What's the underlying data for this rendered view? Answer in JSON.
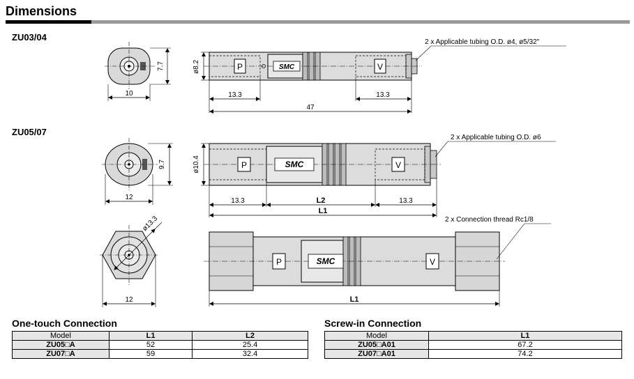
{
  "page": {
    "title": "Dimensions"
  },
  "section_zu0304": {
    "model": "ZU03/04",
    "callout": "2 x Applicable tubing O.D. ø4, ø5/32\"",
    "dims": {
      "diameter": "ø8.2",
      "height": "7.7",
      "width": "10",
      "left": "13.3",
      "right": "13.3",
      "total": "47"
    },
    "port_p": "P",
    "port_v": "V",
    "logo": "SMC"
  },
  "section_zu0507": {
    "model": "ZU05/07",
    "callout_tubing": "2 x Applicable tubing O.D. ø6",
    "callout_thread": "2 x Connection thread Rc1/8",
    "dims": {
      "diameter": "ø10.4",
      "height": "9.7",
      "width": "12",
      "left": "13.3",
      "l2": "L2",
      "right": "13.3",
      "l1": "L1",
      "hex_diameter": "ø13.3",
      "hex_width": "12",
      "screw_l1": "L1"
    },
    "port_p": "P",
    "port_v": "V",
    "logo": "SMC"
  },
  "table_onetouch": {
    "title": "One-touch Connection",
    "headers": [
      "Model",
      "L1",
      "L2"
    ],
    "rows": [
      {
        "model": "ZU05□A",
        "l1": "52",
        "l2": "25.4"
      },
      {
        "model": "ZU07□A",
        "l1": "59",
        "l2": "32.4"
      }
    ]
  },
  "table_screwin": {
    "title": "Screw-in Connection",
    "headers": [
      "Model",
      "L1"
    ],
    "rows": [
      {
        "model": "ZU05□A01",
        "l1": "67.2"
      },
      {
        "model": "ZU07□A01",
        "l1": "74.2"
      }
    ]
  }
}
